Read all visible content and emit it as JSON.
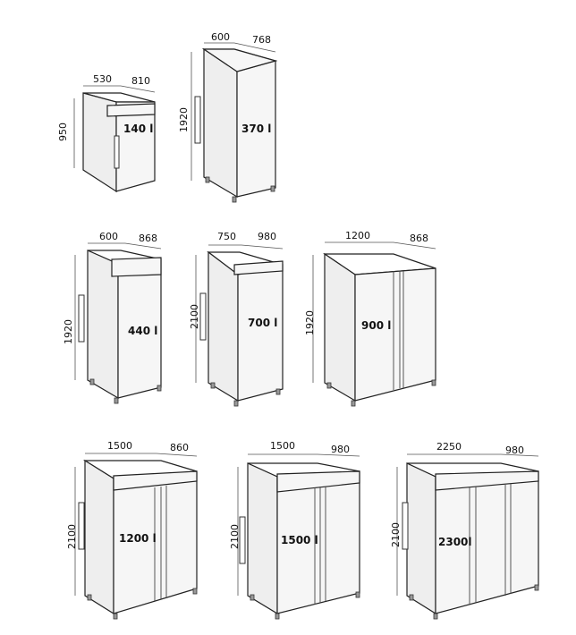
{
  "units": [
    {
      "id": "u140",
      "width": "530",
      "depth": "810",
      "height": "950",
      "capacity": "140 l"
    },
    {
      "id": "u370",
      "width": "600",
      "depth": "768",
      "height": "1920",
      "capacity": "370 l"
    },
    {
      "id": "u440",
      "width": "600",
      "depth": "868",
      "height": "1920",
      "capacity": "440 l"
    },
    {
      "id": "u700",
      "width": "750",
      "depth": "980",
      "height": "2100",
      "capacity": "700 l"
    },
    {
      "id": "u900",
      "width": "1200",
      "depth": "868",
      "height": "1920",
      "capacity": "900 l"
    },
    {
      "id": "u1200",
      "width": "1500",
      "depth": "860",
      "height": "2100",
      "capacity": "1200 l"
    },
    {
      "id": "u1500",
      "width": "1500",
      "depth": "980",
      "height": "2100",
      "capacity": "1500 l"
    },
    {
      "id": "u2300",
      "width": "2250",
      "depth": "980",
      "height": "2100",
      "capacity": "2300l"
    }
  ]
}
